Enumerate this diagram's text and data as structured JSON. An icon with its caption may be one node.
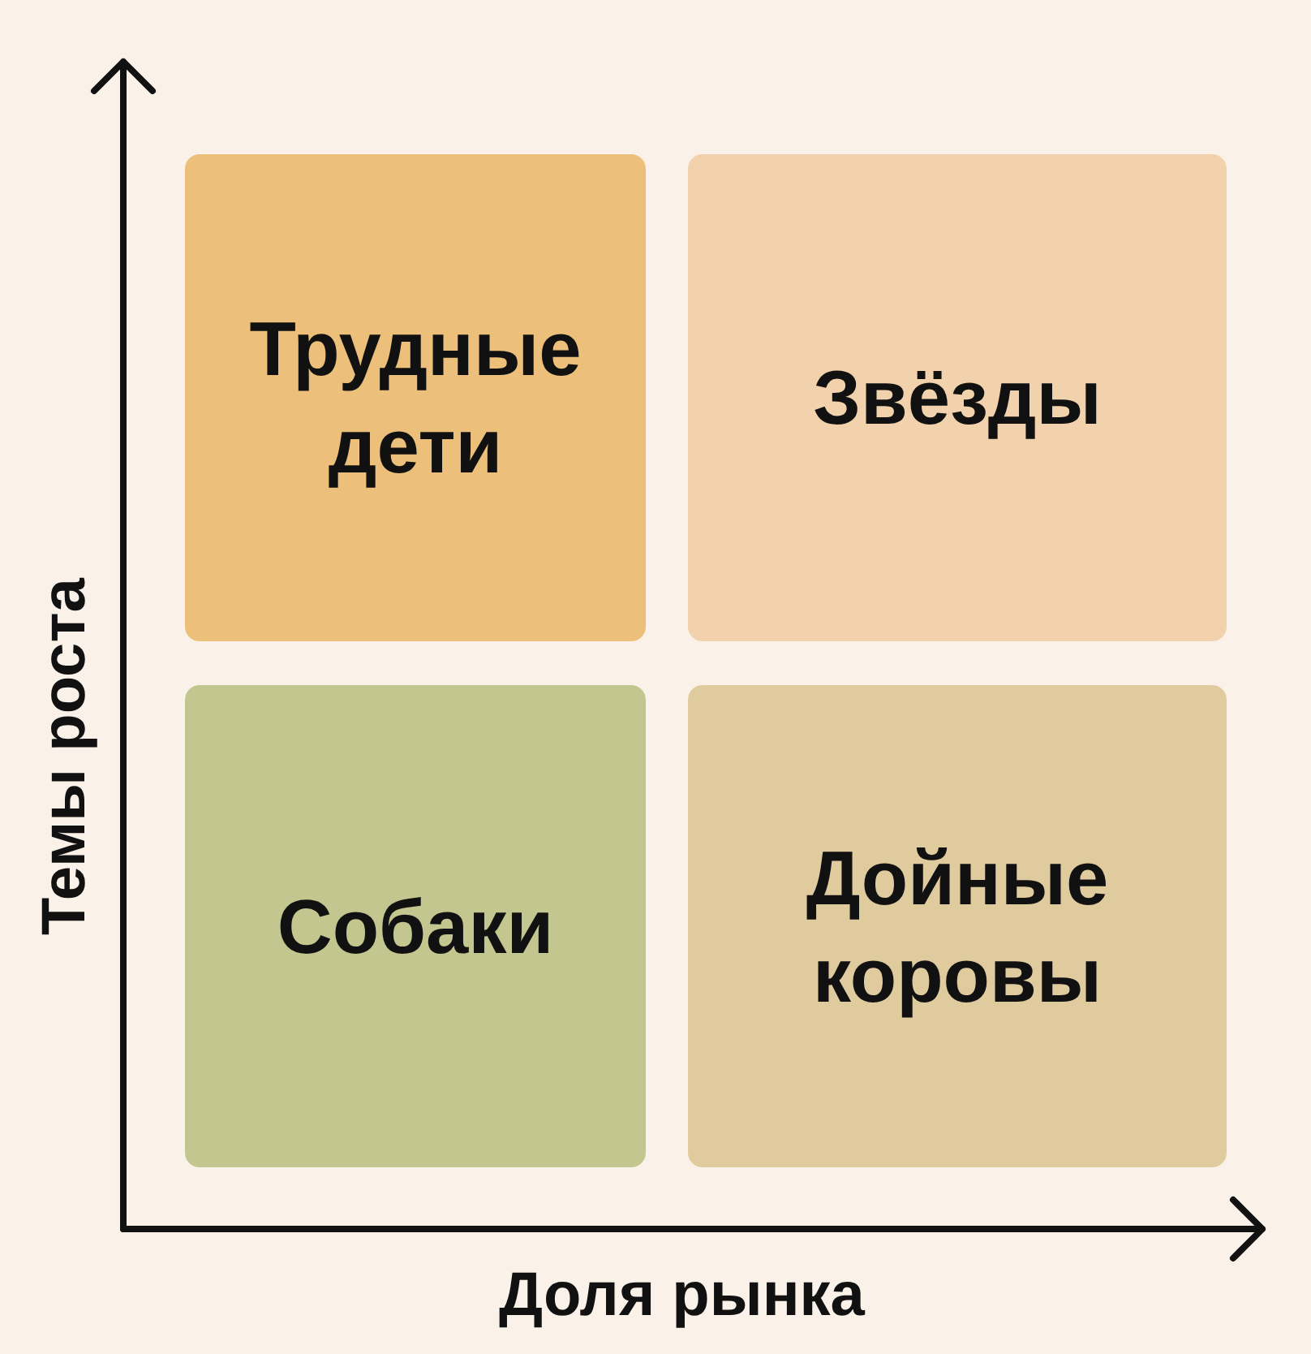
{
  "diagram": {
    "nodes": [
      {
        "text": [
          "Трудные дети"
        ]
      },
      {
        "text": [
          "Звёзды"
        ]
      },
      {
        "text": [
          "Собаки"
        ]
      },
      {
        "text": [
          "Дойные коровы"
        ]
      }
    ],
    "labels": [
      "Темы роста",
      "Доля рынка"
    ]
  }
}
